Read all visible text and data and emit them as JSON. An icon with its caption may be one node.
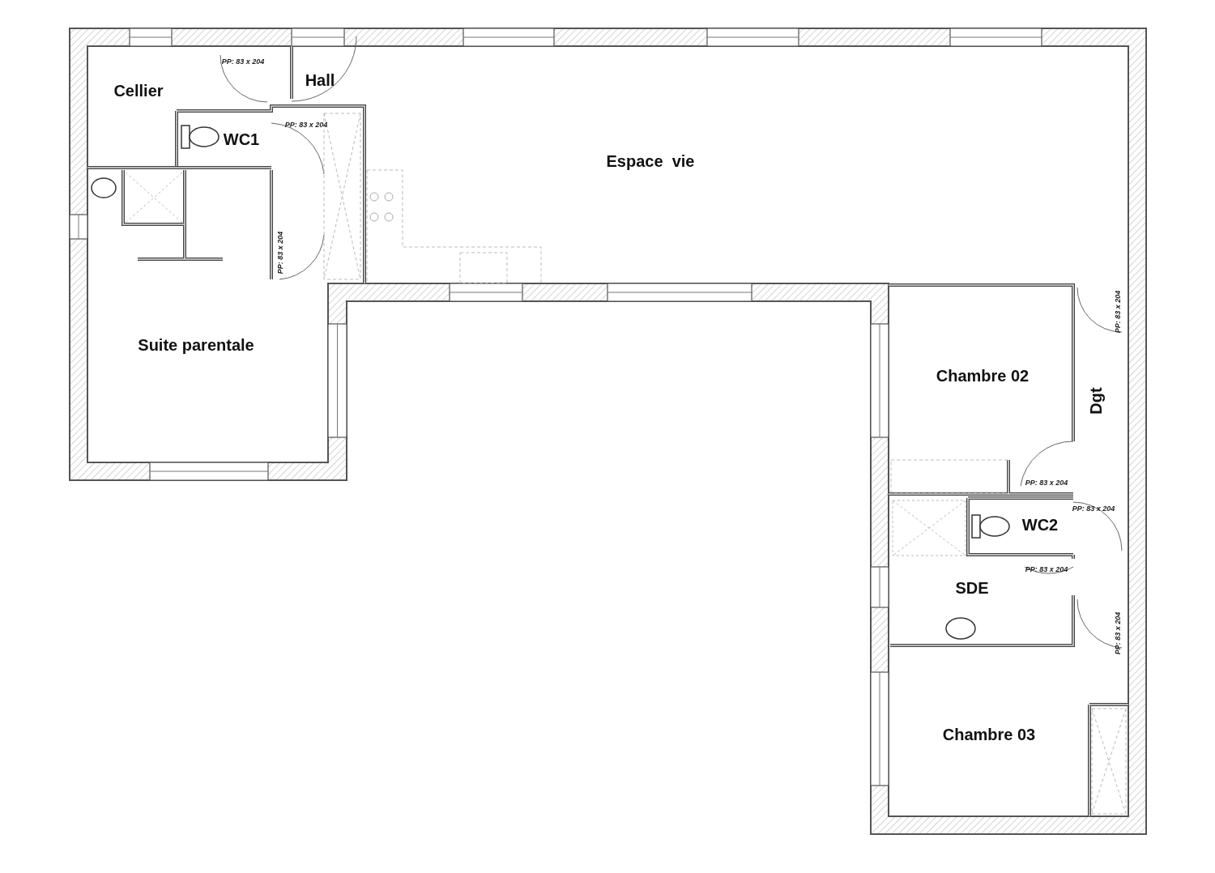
{
  "diagram": {
    "nodes": [
      {
        "text": [
          "Cellier"
        ]
      },
      {
        "text": [
          "Hall"
        ]
      },
      {
        "text": [
          "WC1"
        ]
      },
      {
        "text": [
          "Espace  vie"
        ]
      },
      {
        "text": [
          "Suite parentale"
        ]
      },
      {
        "text": [
          "Chambre 02"
        ]
      },
      {
        "text": [
          "Dgt"
        ]
      },
      {
        "text": [
          "WC2"
        ]
      },
      {
        "text": [
          "SDE"
        ]
      },
      {
        "text": [
          "Chambre 03"
        ]
      }
    ],
    "labels": [
      "PP: 83 x 204",
      "PP: 83 x 204",
      "PP: 83 x 204",
      "PP: 83 x 204",
      "PP: 83 x 204",
      "PP: 83 x 204",
      "PP: 83 x 204",
      "PP: 83 x 204"
    ]
  }
}
